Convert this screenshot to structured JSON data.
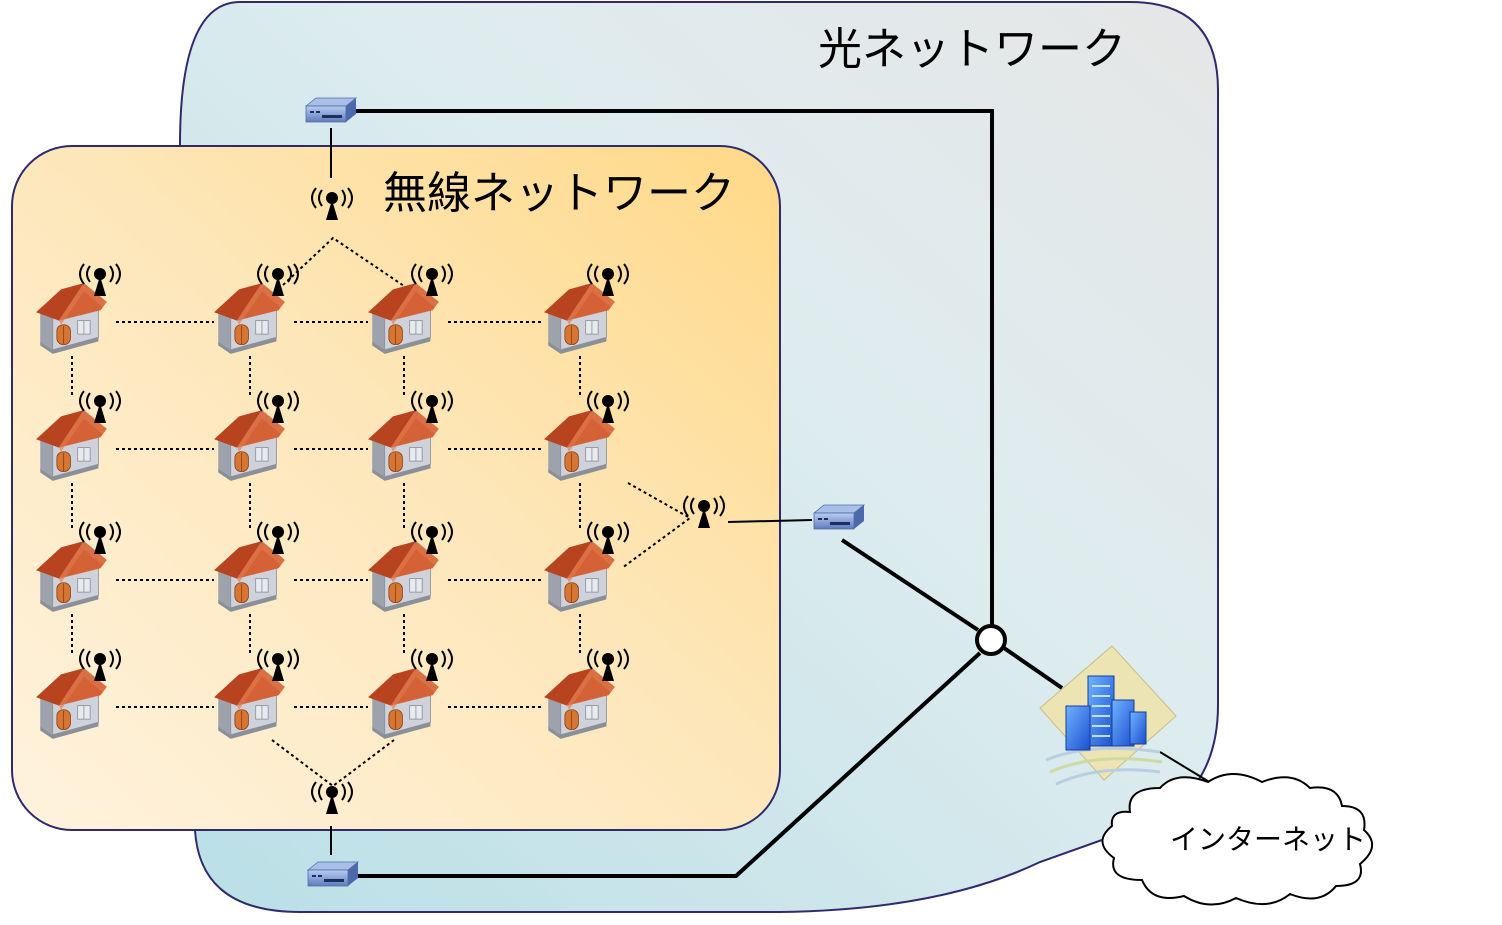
{
  "optical_network": {
    "label": "光ネットワーク"
  },
  "wireless_network": {
    "label": "無線ネットワーク"
  },
  "internet": {
    "label": "インターネット"
  },
  "houses": {
    "rows": 4,
    "cols": 4,
    "has_antenna": true
  },
  "optical_units": [
    "top-unit",
    "right-unit",
    "bottom-unit"
  ],
  "gateway_antennas": [
    "top-gateway",
    "right-gateway",
    "bottom-gateway"
  ],
  "icons": {
    "house": "house-icon",
    "antenna": "antenna-icon",
    "optical_unit": "network-device-icon",
    "splitter": "splitter-node-icon",
    "datacenter": "office-building-icon",
    "cloud": "cloud-icon"
  },
  "colors": {
    "optical_fill_a": "#c7e4ea",
    "optical_fill_b": "#e9e9e9",
    "optical_border": "#2f2a6e",
    "wireless_fill_a": "#fdedcf",
    "wireless_fill_b": "#ffd98a",
    "wireless_border": "#2f2a6e",
    "roof": "#c9522c",
    "wall": "#c9ccd4",
    "device": "#7e9bd0"
  }
}
